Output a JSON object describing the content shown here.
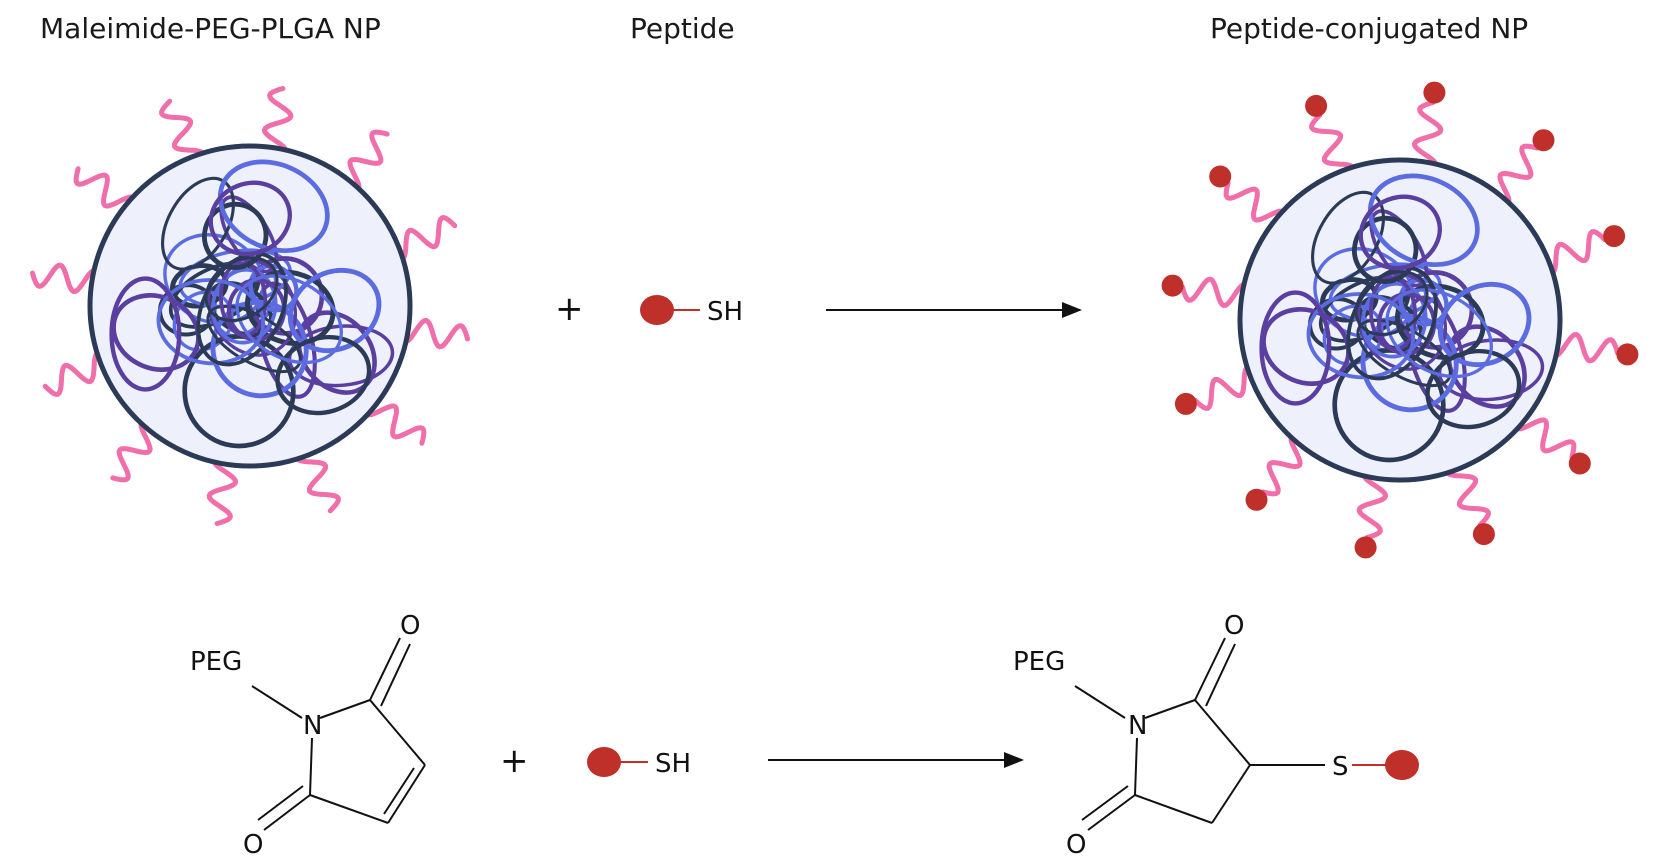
{
  "titles": {
    "np": "Maleimide-PEG-PLGA NP",
    "peptide": "Peptide",
    "conjugated": "Peptide-conjugated NP"
  },
  "symbols": {
    "plus": "+",
    "thiol": "SH",
    "sulfur": "S",
    "peg": "PEG",
    "nitrogen": "N",
    "oxygen": "O"
  },
  "colors": {
    "peg_chain": "#f06eaa",
    "peptide": "#c0302b",
    "core_dark": "#2b3a57",
    "core_purple": "#5a3fa0",
    "core_blue": "#5b6ce0"
  }
}
